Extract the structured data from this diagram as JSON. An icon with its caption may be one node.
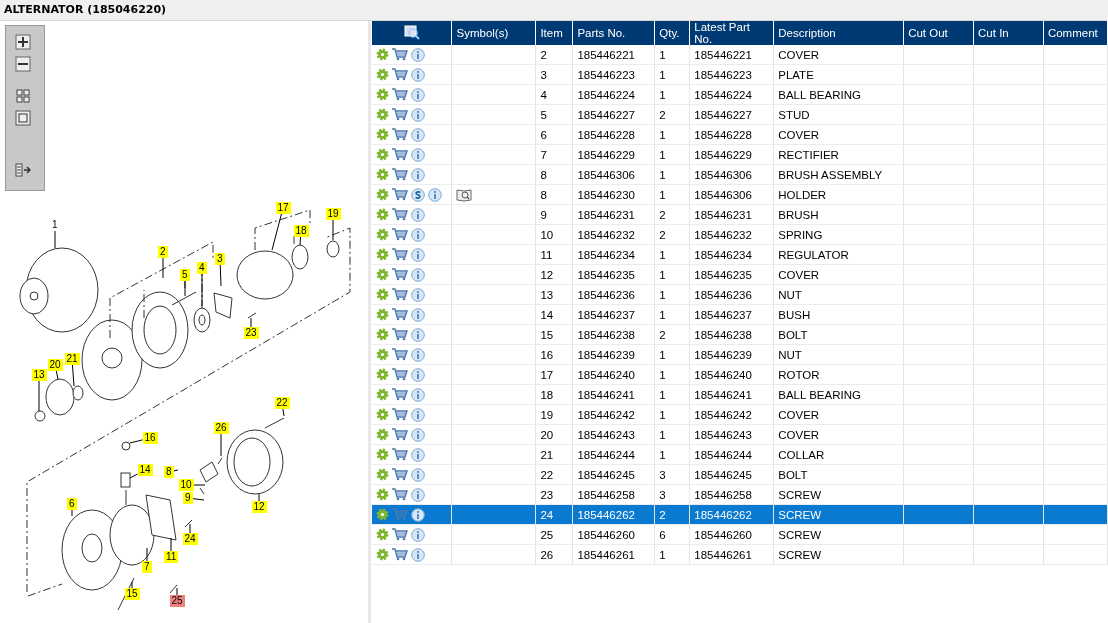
{
  "diagram": {
    "title": "ALTERNATOR (185046220)",
    "nodes": [
      {
        "text": [
          "1"
        ]
      },
      {
        "text": [
          "2"
        ]
      },
      {
        "text": [
          "3"
        ]
      },
      {
        "text": [
          "4"
        ]
      },
      {
        "text": [
          "5"
        ]
      },
      {
        "text": [
          "6"
        ]
      },
      {
        "text": [
          "7"
        ]
      },
      {
        "text": [
          "8"
        ]
      },
      {
        "text": [
          "9"
        ]
      },
      {
        "text": [
          "10"
        ]
      },
      {
        "text": [
          "11"
        ]
      },
      {
        "text": [
          "12"
        ]
      },
      {
        "text": [
          "13"
        ]
      },
      {
        "text": [
          "14"
        ]
      },
      {
        "text": [
          "15"
        ]
      },
      {
        "text": [
          "16"
        ]
      },
      {
        "text": [
          "17"
        ]
      },
      {
        "text": [
          "18"
        ]
      },
      {
        "text": [
          "19"
        ]
      },
      {
        "text": [
          "20"
        ]
      },
      {
        "text": [
          "21"
        ]
      },
      {
        "text": [
          "22"
        ]
      },
      {
        "text": [
          "23"
        ]
      },
      {
        "text": [
          "24"
        ]
      },
      {
        "text": [
          "25"
        ]
      },
      {
        "text": [
          "26"
        ]
      }
    ],
    "edges": [
      {
        "from": 0,
        "to": null,
        "arrow": "none"
      },
      {
        "from": 1,
        "to": null,
        "arrow": "none"
      },
      {
        "from": 2,
        "to": null,
        "arrow": "none"
      },
      {
        "from": 3,
        "to": null,
        "arrow": "none"
      },
      {
        "from": 4,
        "to": null,
        "arrow": "none"
      },
      {
        "from": 5,
        "to": null,
        "arrow": "none"
      },
      {
        "from": 6,
        "to": null,
        "arrow": "none"
      },
      {
        "from": 7,
        "to": null,
        "arrow": "none"
      },
      {
        "from": 8,
        "to": null,
        "arrow": "none"
      },
      {
        "from": 9,
        "to": null,
        "arrow": "none"
      },
      {
        "from": 10,
        "to": null,
        "arrow": "none"
      },
      {
        "from": 11,
        "to": null,
        "arrow": "none"
      },
      {
        "from": 12,
        "to": null,
        "arrow": "none"
      },
      {
        "from": 13,
        "to": null,
        "arrow": "none"
      },
      {
        "from": 14,
        "to": null,
        "arrow": "none"
      },
      {
        "from": 15,
        "to": null,
        "arrow": "none"
      },
      {
        "from": 16,
        "to": null,
        "arrow": "none"
      },
      {
        "from": 17,
        "to": null,
        "arrow": "none"
      },
      {
        "from": 18,
        "to": null,
        "arrow": "none"
      },
      {
        "from": 19,
        "to": null,
        "arrow": "none"
      },
      {
        "from": 20,
        "to": null,
        "arrow": "none"
      },
      {
        "from": 21,
        "to": null,
        "arrow": "none"
      },
      {
        "from": 22,
        "to": null,
        "arrow": "none"
      },
      {
        "from": 23,
        "to": null,
        "arrow": "none"
      },
      {
        "from": 24,
        "to": null,
        "arrow": "none"
      },
      {
        "from": 25,
        "to": null,
        "arrow": "none"
      }
    ],
    "labels": [
      "Symbol(s)",
      "Item",
      "Parts No.",
      "Qty.",
      "Latest Part No.",
      "Description",
      "Cut Out",
      "Cut In",
      "Comment",
      "2",
      "185446221",
      "1",
      "185446221",
      "COVER",
      "3",
      "185446223",
      "1",
      "185446223",
      "PLATE",
      "4",
      "185446224",
      "1",
      "185446224",
      "BALL BEARING",
      "5",
      "185446227",
      "2",
      "185446227",
      "STUD",
      "6",
      "185446228",
      "1",
      "185446228",
      "COVER",
      "7",
      "185446229",
      "1",
      "185446229",
      "RECTIFIER",
      "8",
      "185446306",
      "1",
      "185446306",
      "BRUSH ASSEMBLY",
      "8",
      "185446230",
      "1",
      "185446306",
      "HOLDER",
      "9",
      "185446231",
      "2",
      "185446231",
      "BRUSH",
      "10",
      "185446232",
      "2",
      "185446232",
      "SPRING",
      "11",
      "185446234",
      "1",
      "185446234",
      "REGULATOR",
      "12",
      "185446235",
      "1",
      "185446235",
      "COVER",
      "13",
      "185446236",
      "1",
      "185446236",
      "NUT",
      "14",
      "185446237",
      "1",
      "185446237",
      "BUSH",
      "15",
      "185446238",
      "2",
      "185446238",
      "BOLT",
      "16",
      "185446239",
      "1",
      "185446239",
      "NUT",
      "17",
      "185446240",
      "1",
      "185446240",
      "ROTOR",
      "18",
      "185446241",
      "1",
      "185446241",
      "BALL BEARING",
      "19",
      "185446242",
      "1",
      "185446242",
      "COVER",
      "20",
      "185446243",
      "1",
      "185446243",
      "COVER",
      "21",
      "185446244",
      "1",
      "185446244",
      "COLLAR",
      "22",
      "185446245",
      "3",
      "185446245",
      "BOLT",
      "23",
      "185446258",
      "3",
      "185446258",
      "SCREW",
      "24",
      "185446262",
      "2",
      "185446262",
      "SCREW",
      "25",
      "185446260",
      "6",
      "185446260",
      "SCREW",
      "26",
      "185446261",
      "1",
      "185446261",
      "SCREW"
    ]
  }
}
